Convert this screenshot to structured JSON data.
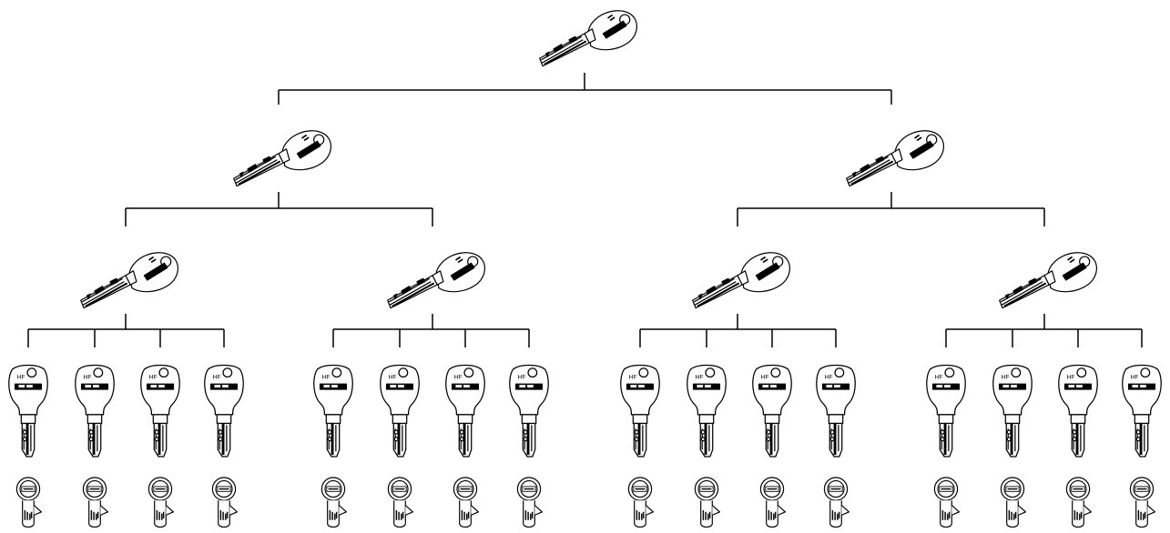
{
  "diagram": {
    "type": "master-key-hierarchy",
    "line_color": "#000000",
    "background": "#ffffff",
    "key_brand_mark": "HF",
    "levels": [
      {
        "name": "grand-master-key",
        "count": 1,
        "icon": "diagonal-key-icon"
      },
      {
        "name": "master-key",
        "count": 2,
        "icon": "diagonal-key-icon"
      },
      {
        "name": "sub-master-key",
        "count": 4,
        "icon": "diagonal-key-icon"
      },
      {
        "name": "user-key",
        "count": 16,
        "icon": "vertical-key-icon"
      },
      {
        "name": "cylinder",
        "count": 16,
        "icon": "cylinder-icon"
      }
    ]
  }
}
